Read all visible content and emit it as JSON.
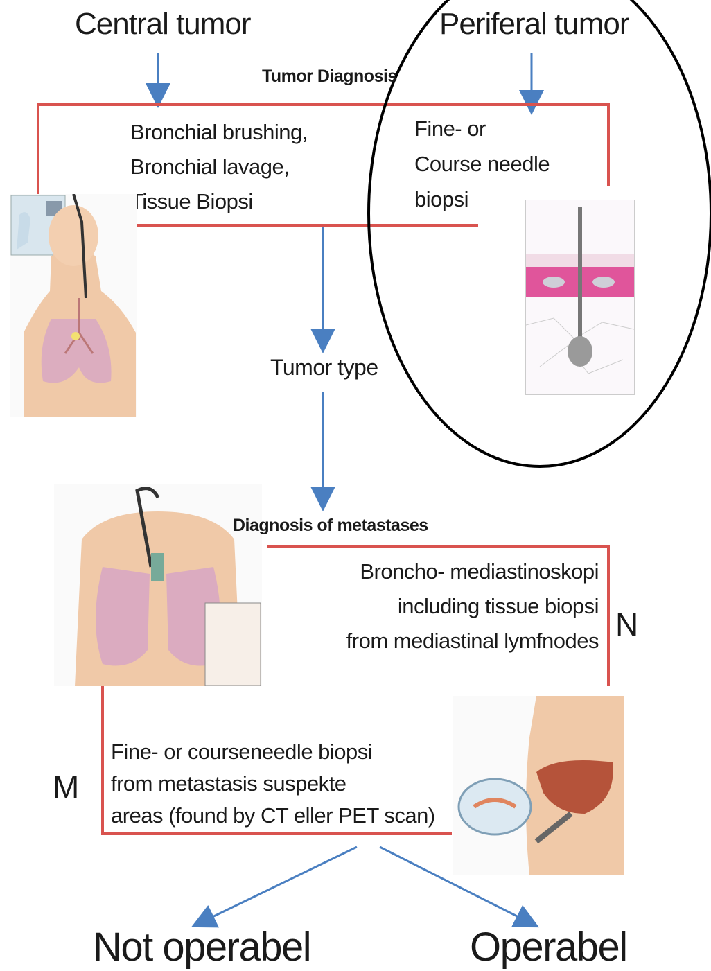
{
  "top": {
    "central_tumor": "Central tumor",
    "periferal_tumor": "Periferal tumor",
    "tumor_diagnosis": "Tumor Diagnosis"
  },
  "central_methods": [
    "Bronchial brushing,",
    "Bronchial lavage,",
    "Tissue Biopsi"
  ],
  "peripheral_methods": [
    "Fine- or",
    "Course needle",
    "biopsi"
  ],
  "tumor_type": "Tumor type",
  "metastases": {
    "heading": "Diagnosis of metastases",
    "n_lines": [
      "Broncho- mediastinoskopi",
      "including tissue biopsi",
      "from mediastinal lymfnodes"
    ],
    "n_label": "N",
    "m_label": "M",
    "m_lines": [
      "Fine- or courseneedle biopsi",
      "from metastasis suspekte",
      "areas (found by CT eller PET scan)"
    ]
  },
  "outcomes": {
    "not_operable": "Not operabel",
    "operable": "Operabel"
  },
  "colors": {
    "arrow_blue": "#4a7fc1",
    "frame_red": "#d9534f",
    "oval_black": "#000000",
    "tissue_pink": "#e0559b"
  }
}
